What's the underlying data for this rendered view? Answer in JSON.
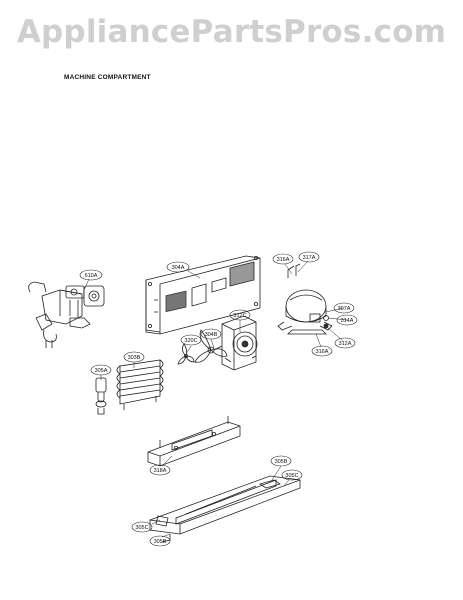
{
  "watermark": "AppliancePartsPros.com",
  "section_title": "MACHINE COMPARTMENT",
  "callouts": {
    "c610a": "610A",
    "c304a": "304A",
    "c316a_top": "316A",
    "c317a": "317A",
    "c307a": "307A",
    "c314a": "314A",
    "c312c": "312C",
    "c304b": "304B",
    "c320c": "320C",
    "c303b": "303B",
    "c305a": "305A",
    "c316a_bottom": "316A",
    "c312a": "312A",
    "c318a": "318A",
    "c305b_top": "305B",
    "c305c_right": "305C",
    "c305c_left": "305C",
    "c305b_bottom": "305B"
  }
}
